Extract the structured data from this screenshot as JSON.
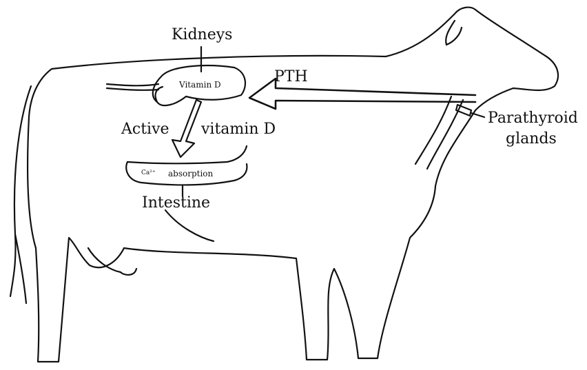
{
  "labels": {
    "kidneys": "Kidneys",
    "vitamin_d_inside": "Vitamin D",
    "pth": "PTH",
    "parathyroid_line1": "Parathyroid",
    "parathyroid_line2": "glands",
    "active_vitamin_d_1": "Active",
    "active_vitamin_d_2": "vitamin D",
    "ca_absorption": "absorption",
    "ca_symbol": "Ca²⁺",
    "intestine": "Intestine"
  },
  "colors": {
    "ink": "#111111",
    "paper": "#ffffff"
  }
}
